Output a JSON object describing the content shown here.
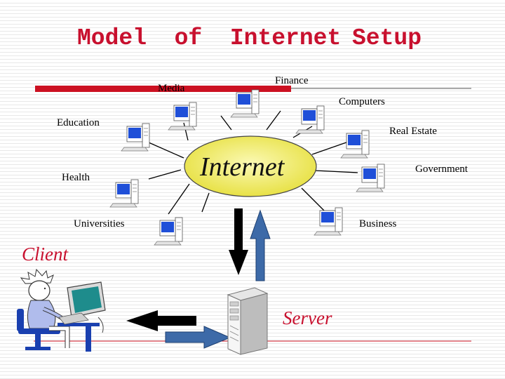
{
  "title": {
    "part1": "Model  of  Internet",
    "part2": "Setup"
  },
  "center": {
    "label": "Internet"
  },
  "nodes": {
    "media": "Media",
    "finance": "Finance",
    "computers": "Computers",
    "education": "Education",
    "real_estate": "Real Estate",
    "health": "Health",
    "government": "Government",
    "universities": "Universities",
    "business": "Business"
  },
  "client": {
    "label": "Client"
  },
  "server": {
    "label": "Server"
  },
  "colors": {
    "title": "#c8102e",
    "accent_bar": "#cc1122",
    "hub_fill": "#f2ee6a",
    "arrow_blue": "#3d6aa8",
    "screen_blue": "#1f4fd8"
  }
}
